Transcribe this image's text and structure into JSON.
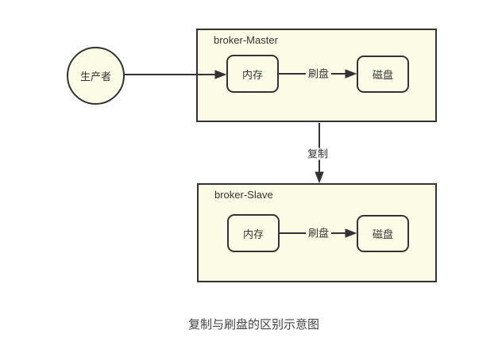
{
  "diagram": {
    "producer": {
      "label": "生产者"
    },
    "broker_master": {
      "title": "broker-Master",
      "memory_label": "内存",
      "disk_label": "磁盘",
      "flush_label": "刷盘"
    },
    "broker_slave": {
      "title": "broker-Slave",
      "memory_label": "内存",
      "disk_label": "磁盘",
      "flush_label": "刷盘"
    },
    "replicate_label": "复制",
    "caption": "复制与刷盘的区别示意图"
  },
  "colors": {
    "background": "#FFFFFF",
    "node_fill": "#FCFCE6",
    "border": "#333333",
    "text": "#333333",
    "arrow": "#333333",
    "caption_text": "#444444"
  }
}
